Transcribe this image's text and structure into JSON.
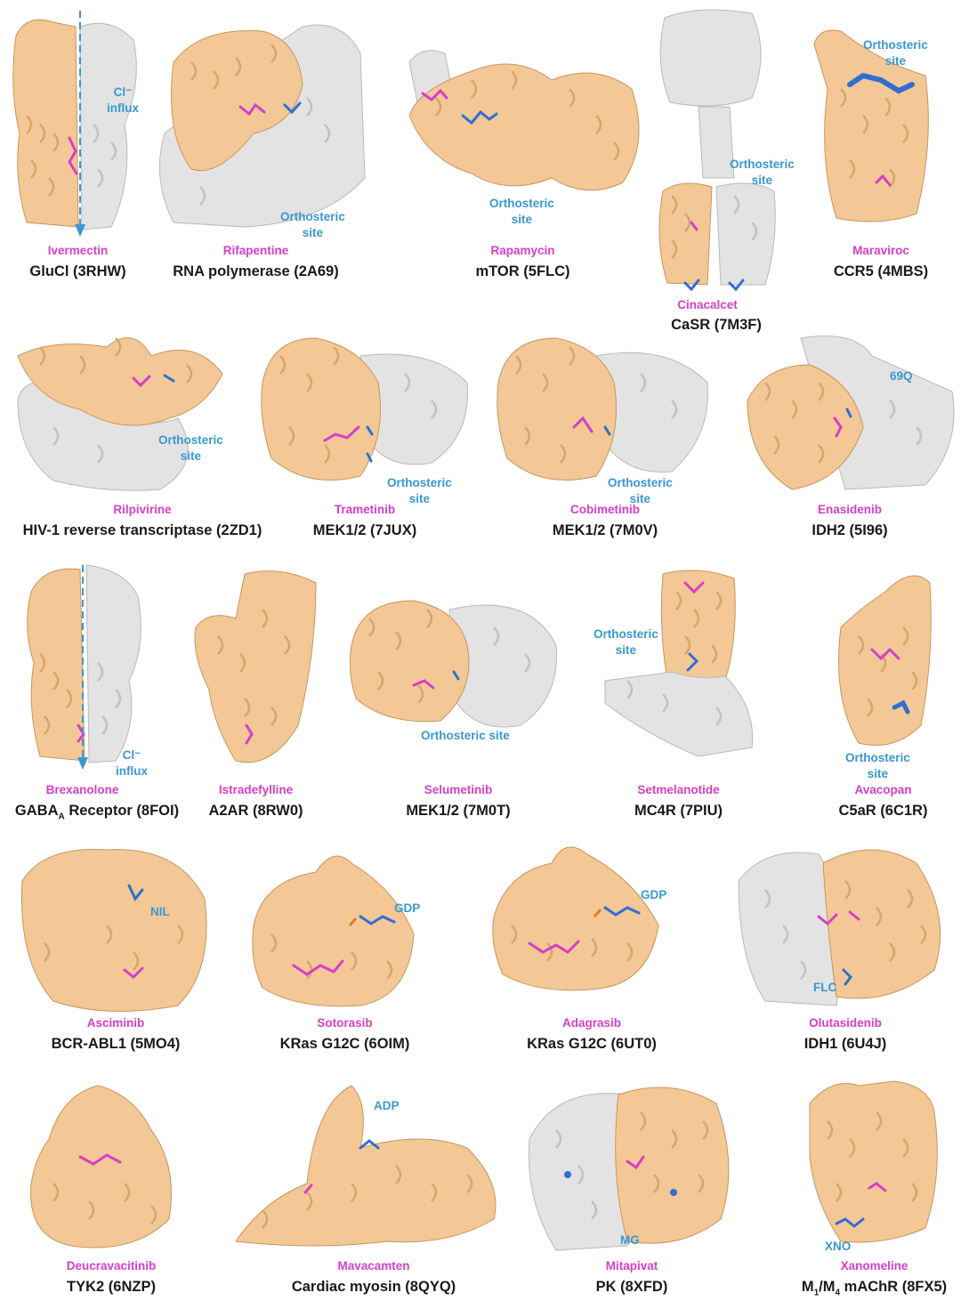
{
  "colors": {
    "drug_label": "#d63fc8",
    "protein_label": "#1a1a1a",
    "site_label": "#3a98d0",
    "target_subunit": "#f3c896",
    "other_subunit": "#e3e3e3",
    "allosteric_ligand": "#d63fc8",
    "orthosteric_ligand": "#2f6fd0"
  },
  "panels": [
    {
      "drug": "Ivermectin",
      "protein": "GluCl (3RHW)",
      "site": "Cl⁻\ninflux"
    },
    {
      "drug": "Rifapentine",
      "protein": "RNA polymerase (2A69)",
      "site": "Orthosteric\nsite"
    },
    {
      "drug": "Rapamycin",
      "protein": "mTOR (5FLC)",
      "site": "Orthosteric\nsite"
    },
    {
      "drug": "Cinacalcet",
      "protein": "CaSR (7M3F)",
      "site": "Orthosteric\nsite"
    },
    {
      "drug": "Maraviroc",
      "protein": "CCR5 (4MBS)",
      "site": "Orthosteric\nsite"
    },
    {
      "drug": "Rilpivirine",
      "protein": "HIV-1 reverse transcriptase (2ZD1)",
      "site": "Orthosteric\nsite"
    },
    {
      "drug": "Trametinib",
      "protein": "MEK1/2 (7JUX)",
      "site": "Orthosteric\nsite"
    },
    {
      "drug": "Cobimetinib",
      "protein": "MEK1/2 (7M0V)",
      "site": "Orthosteric\nsite"
    },
    {
      "drug": "Enasidenib",
      "protein": "IDH2 (5I96)",
      "site": "69Q"
    },
    {
      "drug": "Brexanolone",
      "protein": "GABAA Receptor (8FOI)",
      "site": "Cl⁻\ninflux"
    },
    {
      "drug": "Istradefylline",
      "protein": "A2AR (8RW0)",
      "site": ""
    },
    {
      "drug": "Selumetinib",
      "protein": "MEK1/2 (7M0T)",
      "site": "Orthosteric site"
    },
    {
      "drug": "Setmelanotide",
      "protein": "MC4R (7PIU)",
      "site": "Orthosteric\nsite"
    },
    {
      "drug": "Avacopan",
      "protein": "C5aR (6C1R)",
      "site": "Orthosteric\nsite"
    },
    {
      "drug": "Asciminib",
      "protein": "BCR-ABL1 (5MO4)",
      "site": "NIL"
    },
    {
      "drug": "Sotorasib",
      "protein": "KRas G12C (6OIM)",
      "site": "GDP"
    },
    {
      "drug": "Adagrasib",
      "protein": "KRas G12C (6UT0)",
      "site": "GDP"
    },
    {
      "drug": "Olutasidenib",
      "protein": "IDH1 (6U4J)",
      "site": "FLC"
    },
    {
      "drug": "Deucravacitinib",
      "protein": "TYK2 (6NZP)",
      "site": ""
    },
    {
      "drug": "Mavacamten",
      "protein": "Cardiac myosin (8QYQ)",
      "site": "ADP"
    },
    {
      "drug": "Mitapivat",
      "protein": "PK (8XFD)",
      "site": "MG"
    },
    {
      "drug": "Xanomeline",
      "protein": "M1/M4 mAChR (8FX5)",
      "site": "XNO"
    }
  ]
}
